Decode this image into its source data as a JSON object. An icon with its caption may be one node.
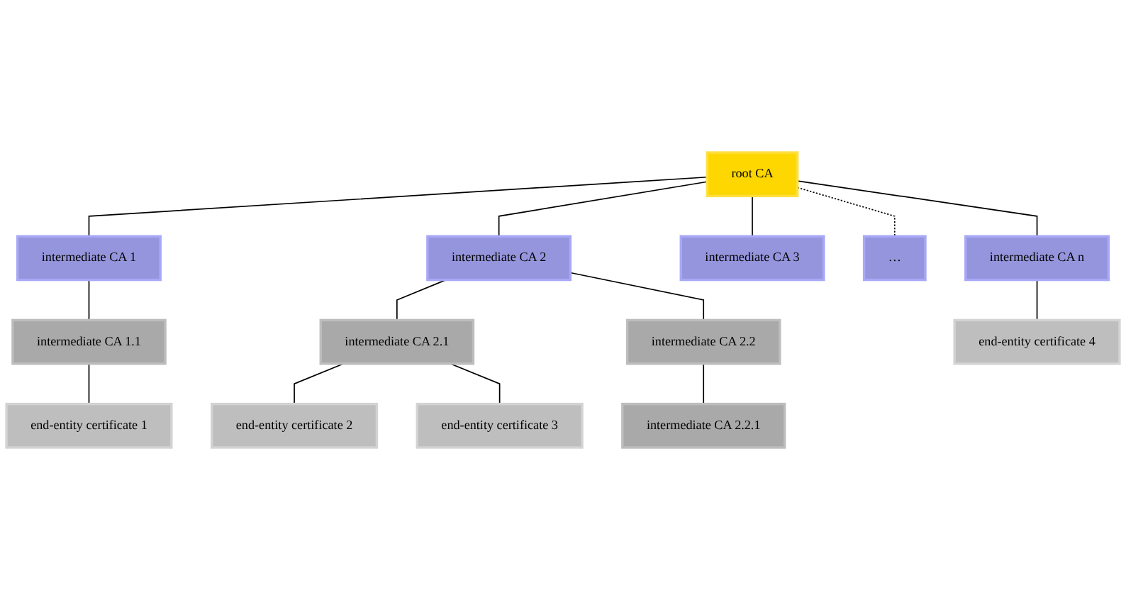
{
  "diagram": {
    "nodes": [
      {
        "text": [
          "root CA"
        ]
      },
      {
        "text": [
          "intermediate CA 1"
        ]
      },
      {
        "text": [
          "intermediate CA 2"
        ]
      },
      {
        "text": [
          "intermediate CA 3"
        ]
      },
      {
        "text": [
          "…"
        ]
      },
      {
        "text": [
          "intermediate CA n"
        ]
      },
      {
        "text": [
          "intermediate CA 1.1"
        ]
      },
      {
        "text": [
          "intermediate CA 2.1"
        ]
      },
      {
        "text": [
          "intermediate CA 2.2"
        ]
      },
      {
        "text": [
          "end-entity certificate 4"
        ]
      },
      {
        "text": [
          "end-entity certificate 1"
        ]
      },
      {
        "text": [
          "end-entity certificate 2"
        ]
      },
      {
        "text": [
          "end-entity certificate 3"
        ]
      },
      {
        "text": [
          "intermediate CA 2.2.1"
        ]
      }
    ],
    "edges": [
      {
        "from": 0,
        "to": 1,
        "arrow": "none"
      },
      {
        "from": 0,
        "to": 2,
        "arrow": "none"
      },
      {
        "from": 0,
        "to": 3,
        "arrow": "none"
      },
      {
        "from": 0,
        "to": 4,
        "arrow": "none",
        "style": "dashed"
      },
      {
        "from": 0,
        "to": 5,
        "arrow": "none"
      },
      {
        "from": 1,
        "to": 6,
        "arrow": "none"
      },
      {
        "from": 2,
        "to": 7,
        "arrow": "none"
      },
      {
        "from": 2,
        "to": 8,
        "arrow": "none"
      },
      {
        "from": 5,
        "to": 9,
        "arrow": "none"
      },
      {
        "from": 6,
        "to": 10,
        "arrow": "none"
      },
      {
        "from": 7,
        "to": 11,
        "arrow": "none"
      },
      {
        "from": 7,
        "to": 12,
        "arrow": "none"
      },
      {
        "from": 8,
        "to": 13,
        "arrow": "none"
      }
    ]
  }
}
